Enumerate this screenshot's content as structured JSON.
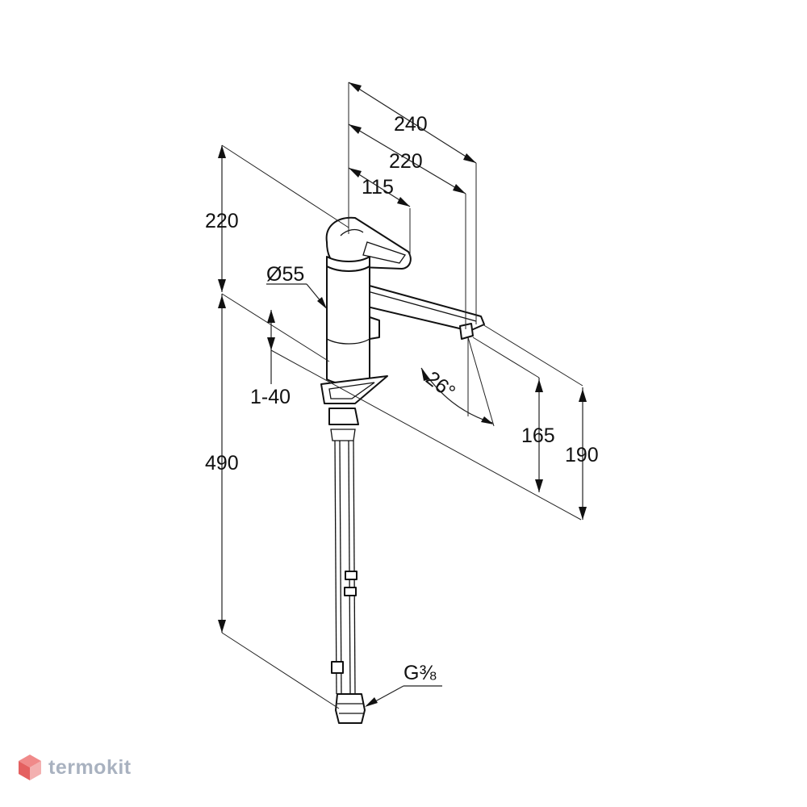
{
  "dimensions": {
    "spout_reach_total": "240",
    "spout_reach_outlet": "220",
    "lever_length": "115",
    "height_above_deck": "220",
    "body_diameter": "Ø55",
    "deck_thickness": "1-40",
    "hose_length": "490",
    "swivel_angle": "26°",
    "outlet_height": "165",
    "spout_height": "190",
    "connection_thread": "G⅜"
  },
  "watermark": {
    "brand": "termokit",
    "color": "#a9b2c0",
    "icon": "cube-logo-icon"
  }
}
